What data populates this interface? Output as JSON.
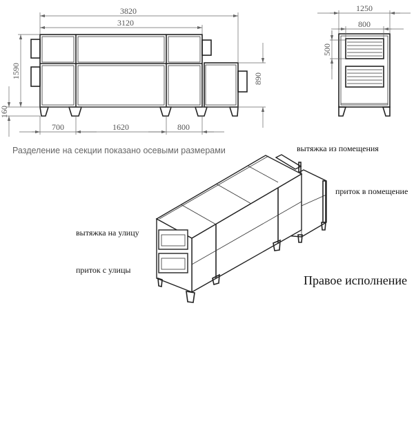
{
  "front_view": {
    "dims": {
      "overall_length": "3820",
      "main_length": "3120",
      "height": "1590",
      "leg_height": "160",
      "module_height": "890",
      "section_1": "700",
      "section_2": "1620",
      "section_3": "800"
    }
  },
  "side_view": {
    "dims": {
      "width": "1250",
      "duct_width": "800",
      "duct_height": "500"
    }
  },
  "note": "Разделение на секции показано осевыми размерами",
  "iso_view": {
    "labels": {
      "exhaust_from_room": "вытяжка из помещения",
      "supply_to_room": "приток в помещение",
      "exhaust_to_street": "вытяжка на улицу",
      "supply_from_street": "приток с улицы"
    },
    "title": "Правое исполнение"
  }
}
